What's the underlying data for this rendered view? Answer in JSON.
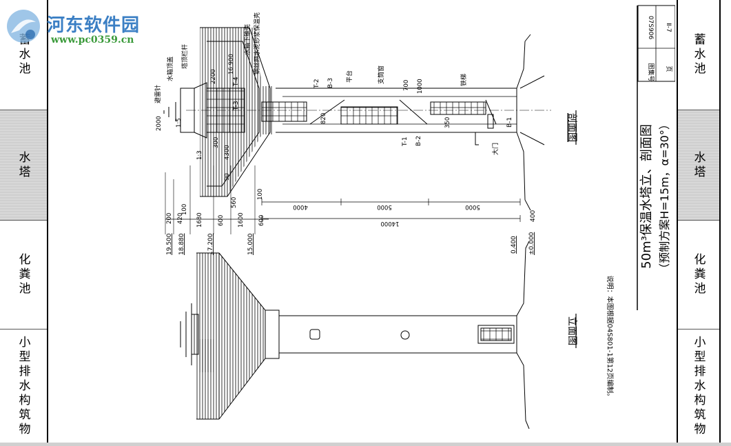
{
  "watermark": {
    "title": "河东软件园",
    "url": "www.pc0359.cn"
  },
  "sidebar_left": [
    "蓄水池",
    "水塔",
    "化粪池",
    "小型排水构筑物"
  ],
  "sidebar_right": [
    "蓄水池",
    "水塔",
    "化粪池",
    "小型排水构筑物"
  ],
  "title_block": {
    "title_line1": "50m³保温水塔立、剖面图",
    "title_line2": "（预制方案H=15m，α=30°）",
    "atlas_label": "图集号",
    "atlas_no": "07S906",
    "page_label": "页",
    "page_no": "Ⅱ-7"
  },
  "section_view": {
    "label": "剖面图",
    "callouts": [
      "避雷针",
      "水箱顶盖",
      "塔顶栏杆",
      "水箱下锥壳",
      "钢丝网水泥砂浆保温壳",
      "平台",
      "支筒窗",
      "铁梯",
      "大门"
    ],
    "section_marks": [
      "T-1",
      "T-2",
      "T-3",
      "T-4",
      "B-1",
      "B-2",
      "B-3"
    ],
    "dims": [
      "2000",
      "1:5",
      "1:3",
      "300",
      "4300",
      "2200",
      "16.900",
      "90",
      "100",
      "560",
      "820",
      "350",
      "700",
      "1000",
      "4000",
      "5000",
      "5000",
      "14000"
    ],
    "left_dims": [
      "200",
      "420",
      "1680",
      "600",
      "1600",
      "600",
      "100"
    ],
    "levels": [
      "19.500",
      "18.880",
      "17.200",
      "15.000",
      "0.400",
      "±0.000"
    ],
    "right_dim": "400"
  },
  "elevation_view": {
    "label": "立面图"
  },
  "note": "说明：本图根据04S801-1第12页编制。",
  "colors": {
    "watermark_blue": "#3b7fc4",
    "watermark_green": "#3a9a3a",
    "sidebar_shade": "#d6d6d6",
    "ink": "#000000"
  }
}
